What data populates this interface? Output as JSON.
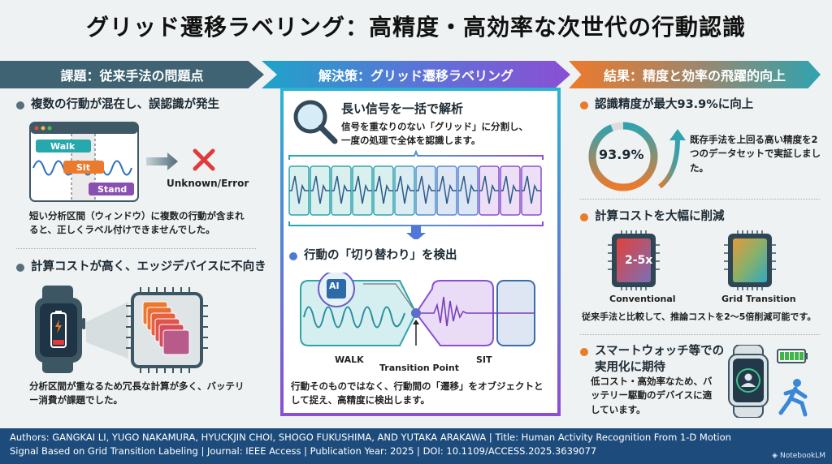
{
  "title": "グリッド遷移ラベリング：高精度・高効率な次世代の行動認識",
  "left": {
    "header": "課題：従来手法の問題点",
    "b1": "複数の行動が混在し、誤認識が発生",
    "labels": [
      "Walk",
      "Sit",
      "Stand"
    ],
    "error": "Unknown/Error",
    "t1": "短い分析区間（ウィンドウ）に複数の行動が含まれると、正しくラベル付けできませんでした。",
    "b2": "計算コストが高く、エッジデバイスに不向き",
    "t2": "分析区間が重なるため冗長な計算が多く、バッテリー消費が課題でした。"
  },
  "mid": {
    "header": "解決策：グリッド遷移ラベリング",
    "b1": "長い信号を一括で解析",
    "t1": "信号を重なりのない「グリッド」に分割し、一度の処理で全体を認識します。",
    "b2": "行動の「切り替わり」を検出",
    "ai": "AI",
    "walk": "WALK",
    "sit": "SIT",
    "transition": "Transition Point",
    "t2": "行動そのものではなく、行動間の「遷移」をオブジェクトとして捉え、高精度に検出します。"
  },
  "right": {
    "header": "結果：精度と効率の飛躍的向上",
    "b1": "認識精度が最大93.9%に向上",
    "accuracy_label": "93.9%",
    "accuracy": 93.9,
    "t1": "既存手法を上回る高い精度を2つのデータセットで実証しました。",
    "b2": "計算コストを大幅に削減",
    "chip1": "2-5x",
    "conv": "Conventional",
    "grid": "Grid Transition",
    "t2": "従来手法と比較して、推論コストを2〜5倍削減可能です。",
    "b3": "スマートウォッチ等での実用化に期待",
    "t3": "低コスト・高効率なため、バッテリー駆動のデバイスに適しています。"
  },
  "footer": {
    "line1": "Authors: GANGKAI LI, YUGO NAKAMURA, HYUCKJIN CHOI, SHOGO FUKUSHIMA, AND YUTAKA ARAKAWA  |  Title: Human Activity Recognition From 1-D Motion",
    "line2": "Signal Based on Grid Transition Labeling  |  Journal: IEEE Access  |  Publication Year: 2025  |  DOI: 10.1109/ACCESS.2025.3639077",
    "logo": "NotebookLM"
  },
  "colors": {
    "slate": "#3f6373",
    "teal": "#1fa3c8",
    "purple": "#8a4fd3",
    "orange": "#ec7a2c",
    "footer": "#1d4c7c"
  }
}
